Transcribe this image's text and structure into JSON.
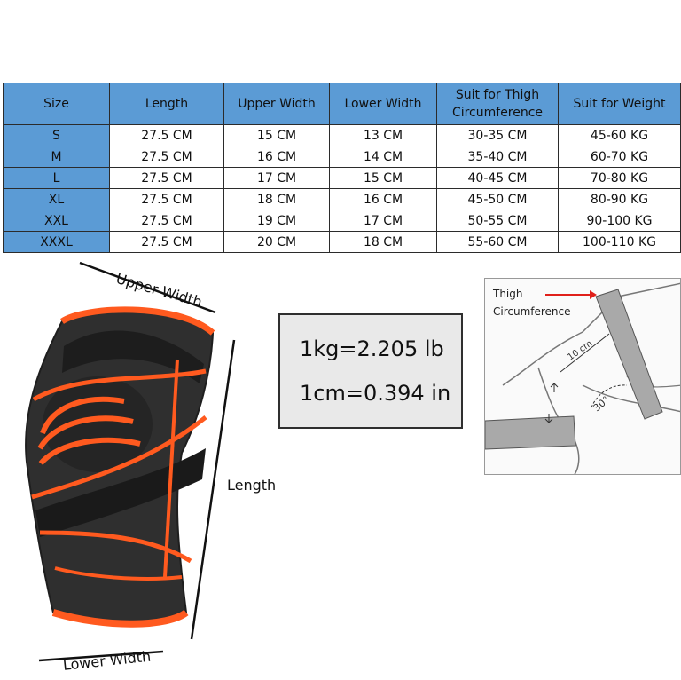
{
  "size_table": {
    "headers": [
      "Size",
      "Length",
      "Upper Width",
      "Lower Width",
      "Suit for Thigh Circumference",
      "Suit for Weight"
    ],
    "rows": [
      [
        "S",
        "27.5 CM",
        "15 CM",
        "13 CM",
        "30-35 CM",
        "45-60 KG"
      ],
      [
        "M",
        "27.5 CM",
        "16 CM",
        "14 CM",
        "35-40 CM",
        "60-70 KG"
      ],
      [
        "L",
        "27.5 CM",
        "17 CM",
        "15 CM",
        "40-45 CM",
        "70-80 KG"
      ],
      [
        "XL",
        "27.5 CM",
        "18 CM",
        "16 CM",
        "45-50 CM",
        "80-90 KG"
      ],
      [
        "XXL",
        "27.5 CM",
        "19 CM",
        "17 CM",
        "50-55 CM",
        "90-100 KG"
      ],
      [
        "XXXL",
        "27.5 CM",
        "20 CM",
        "18 CM",
        "55-60 CM",
        "100-110 KG"
      ]
    ]
  },
  "illustration": {
    "upper_width": "Upper Width",
    "lower_width": "Lower Width",
    "length": "Length"
  },
  "conversion": {
    "kg_lb": "1kg=2.205 lb",
    "cm_in": "1cm=0.394 in"
  },
  "measure_diagram": {
    "label_line1": "Thigh",
    "label_line2": "Circumference",
    "distance": "10 cm",
    "angle": "30°"
  },
  "colors": {
    "header_blue": "#5b9bd5",
    "brace_orange": "#ff5a1f",
    "brace_dark": "#2a2a2a"
  }
}
